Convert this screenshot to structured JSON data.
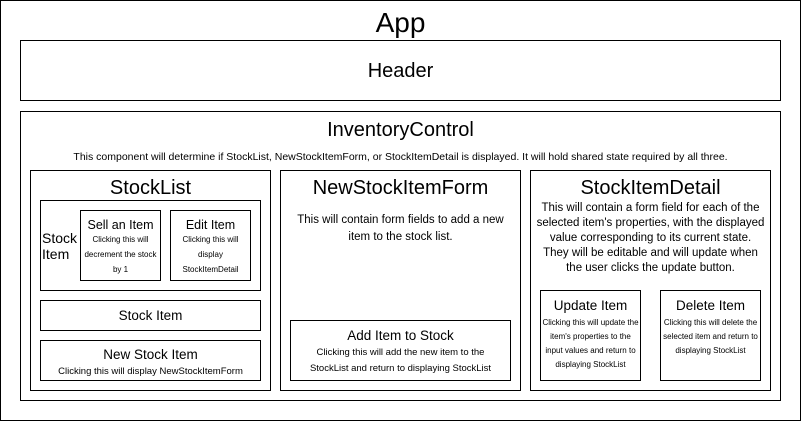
{
  "app": {
    "title": "App"
  },
  "header": {
    "title": "Header"
  },
  "inventory_control": {
    "title": "InventoryControl",
    "description": "This component will determine if StockList, NewStockItemForm, or StockItemDetail is displayed.  It will hold shared state required by all three."
  },
  "stock_list": {
    "title": "StockList",
    "stock_item_label_line1": "Stock",
    "stock_item_label_line2": "Item",
    "sell_item": {
      "title": "Sell an Item",
      "line1": "Clicking this will",
      "line2": "decrement the stock",
      "line3": "by 1"
    },
    "edit_item": {
      "title": "Edit Item",
      "line1": "Clicking this will",
      "line2": "display",
      "line3": "StockItemDetail"
    },
    "stock_item_2": {
      "title": "Stock Item"
    },
    "new_stock_item": {
      "title": "New Stock Item",
      "desc": "Clicking this will display NewStockItemForm"
    }
  },
  "new_stock_item_form": {
    "title": "NewStockItemForm",
    "line1": "This will contain form fields to add a new",
    "line2": "item to the stock list.",
    "add_item": {
      "title": "Add Item to Stock",
      "line1": "Clicking this will add the new item to the",
      "line2": "StockList and return to displaying StockList"
    }
  },
  "stock_item_detail": {
    "title": "StockItemDetail",
    "line1": "This will contain a form field for each of the",
    "line2": "selected item's properties, with the displayed",
    "line3": "value corresponding to its current state.",
    "line4": "They will be editable and will update when",
    "line5": "the user clicks the update button.",
    "update_item": {
      "title": "Update Item",
      "line1": "Clicking this will update the",
      "line2": "item's properties to the",
      "line3": "input values and return to",
      "line4": "displaying StockList"
    },
    "delete_item": {
      "title": "Delete Item",
      "line1": "Clicking this will delete the",
      "line2": "selected item and return to",
      "line3": "displaying StockList"
    }
  }
}
